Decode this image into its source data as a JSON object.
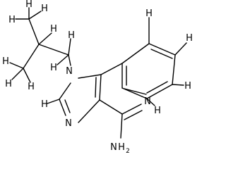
{
  "atoms": {
    "n1": "N",
    "n3": "N",
    "n5": "N",
    "nh2_n": "N",
    "nh2_h": "H",
    "nh2_sub": "2",
    "h_c2": "H",
    "h_methyl1_a": "H",
    "h_methyl1_b": "H",
    "h_methyl1_c": "H",
    "h_methyl2_a": "H",
    "h_methyl2_b": "H",
    "h_methyl2_c": "H",
    "h_ch": "H",
    "h_ch2_a": "H",
    "h_ch2_b": "H",
    "h_ar6": "H",
    "h_ar7": "H",
    "h_ar8": "H",
    "h_ar9": "H"
  },
  "colors": {
    "bond": "#000000",
    "label": "#000000",
    "background": "#ffffff"
  }
}
